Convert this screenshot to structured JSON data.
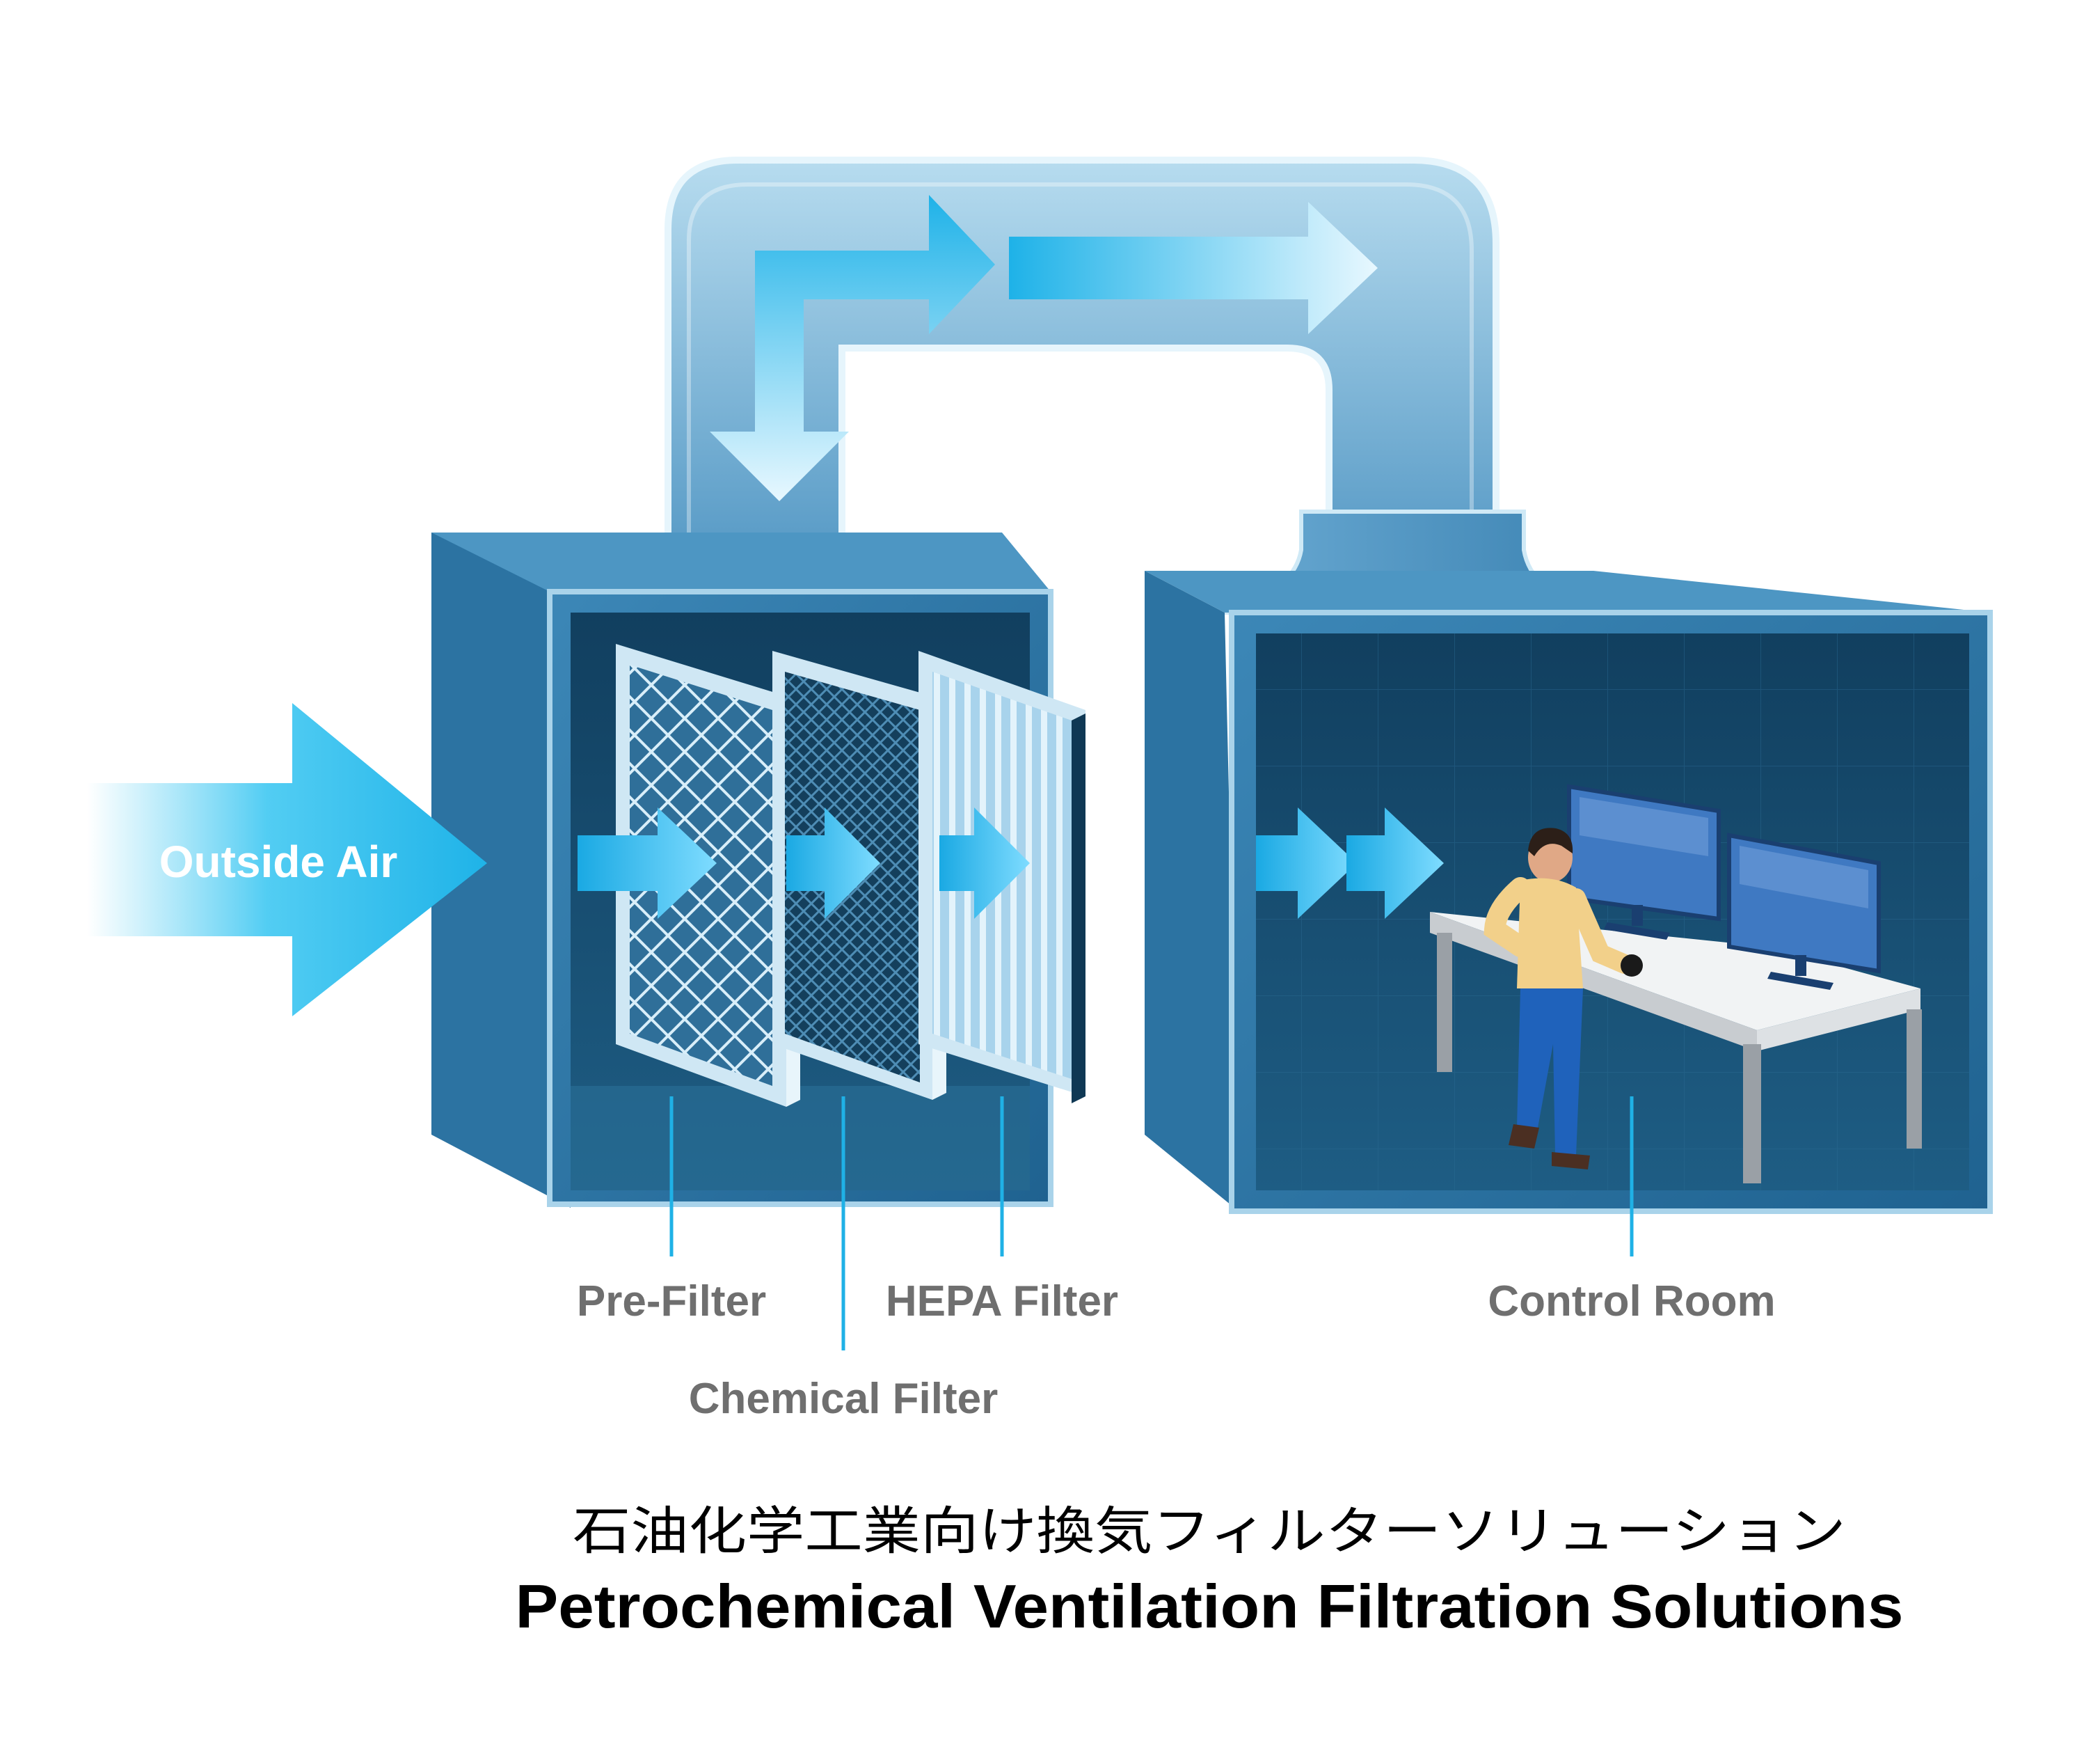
{
  "labels": {
    "outside_air": "Outside Air",
    "pre_filter": "Pre-Filter",
    "chemical_filter": "Chemical Filter",
    "hepa_filter": "HEPA Filter",
    "control_room": "Control Room"
  },
  "title": {
    "japanese": "石油化学工業向け換気フィルターソリューション",
    "english": "Petrochemical Ventilation Filtration Solutions"
  },
  "colors": {
    "duct_light": "#8fc3e0",
    "duct_mid": "#3f86b4",
    "duct_dark": "#1c5c86",
    "room_interior": "#174d70",
    "arrow_cyan": "#29b8ea",
    "leader_line": "#1fb1e6",
    "label_gray": "#6f6f6f",
    "title_black": "#000000"
  },
  "icons": {
    "inlet_arrow": "arrow-right-large",
    "flow_arrows": "arrow-right",
    "duct_arrows": "arrow-down-right",
    "person": "operator",
    "monitors": "monitor"
  }
}
